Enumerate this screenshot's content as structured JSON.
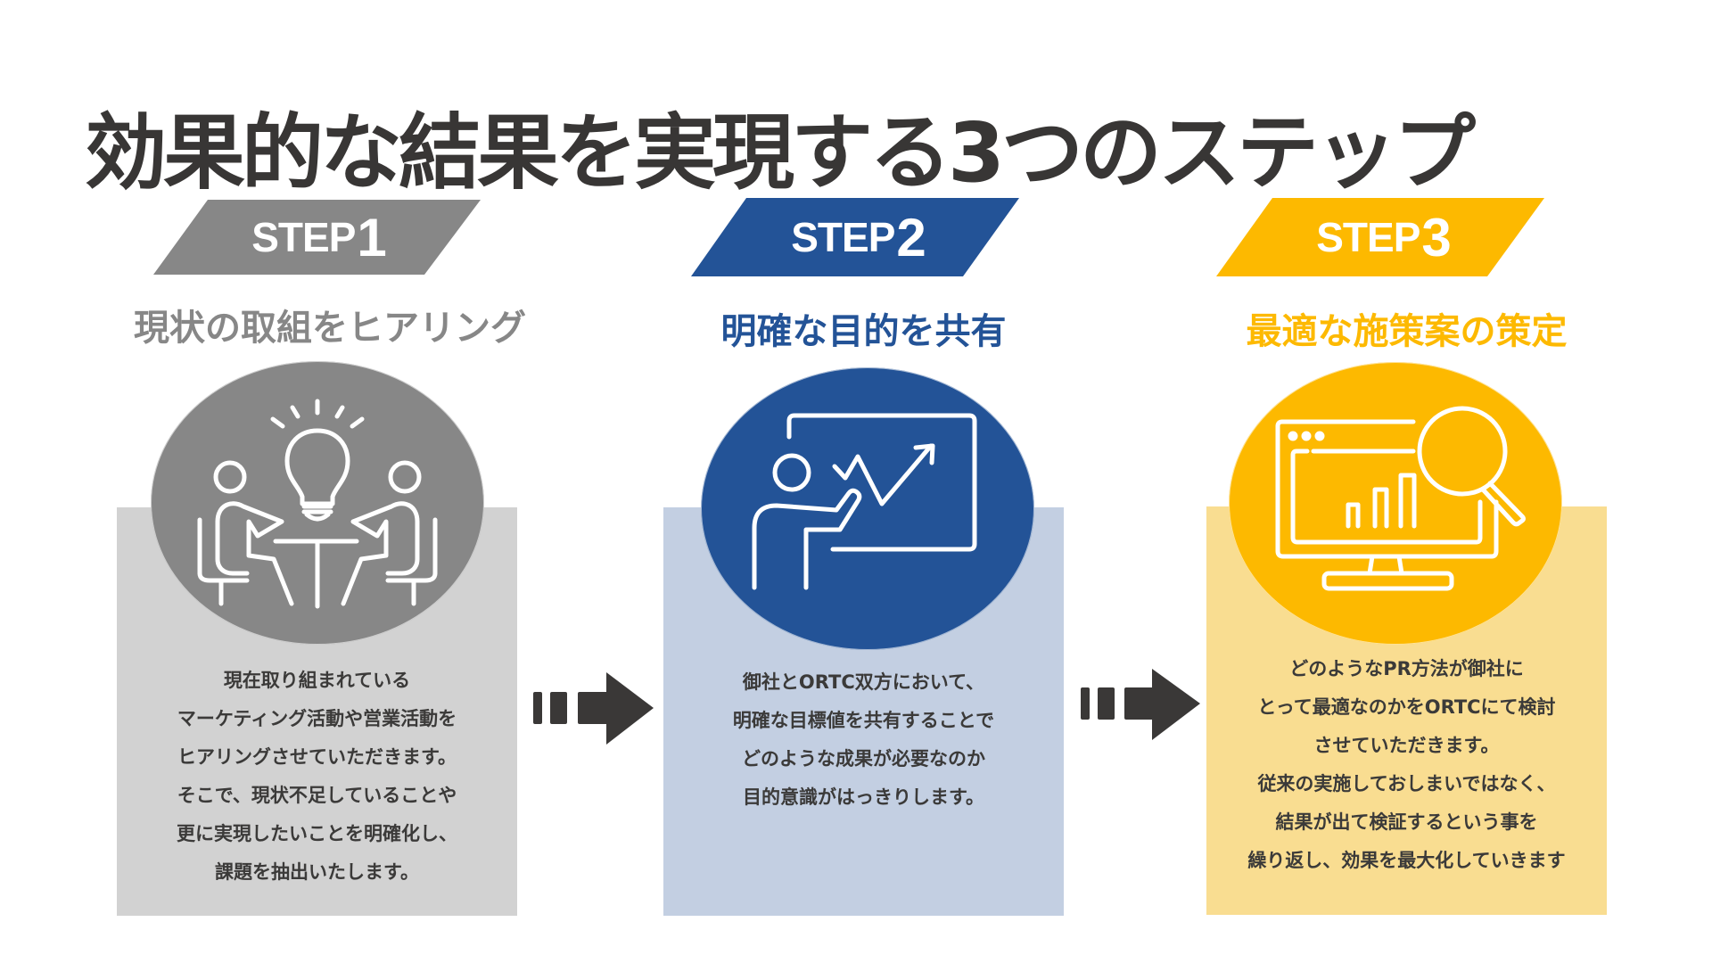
{
  "title": "効果的な結果を実現する3つのステップ",
  "colors": {
    "title": "#383635",
    "body_text": "#3b3a39",
    "arrow": "#3a3837"
  },
  "steps": [
    {
      "word": "STEP",
      "number": "1",
      "subtitle": "現状の取組をヒアリング",
      "icon": "meeting-lightbulb-icon",
      "accent": "#878787",
      "box_bg": "#d2d2d2",
      "subtitle_color": "#878787",
      "lines": [
        "現在取り組まれている",
        "マーケティング活動や営業活動を",
        "ヒアリングさせていただきます。",
        "そこで、現状不足していることや",
        "更に実現したいことを明確化し、",
        "課題を抽出いたします。"
      ]
    },
    {
      "word": "STEP",
      "number": "2",
      "subtitle": "明確な目的を共有",
      "icon": "presentation-chart-icon",
      "accent": "#235397",
      "box_bg": "#c3cfe2",
      "subtitle_color": "#235397",
      "lines": [
        "御社とORTC双方において、",
        "明確な目標値を共有することで",
        "どのような成果が必要なのか",
        "目的意識がはっきりします。"
      ]
    },
    {
      "word": "STEP",
      "number": "3",
      "subtitle": "最適な施策案の策定",
      "icon": "monitor-analytics-search-icon",
      "accent": "#fdb900",
      "box_bg": "#f9dd91",
      "subtitle_color": "#fdb900",
      "lines": [
        "どのようなPR方法が御社に",
        "とって最適なのかをORTCにて検討",
        "させていただきます。",
        "従来の実施しておしまいではなく、",
        "結果が出て検証するという事を",
        "繰り返し、効果を最大化していきます"
      ]
    }
  ],
  "arrows": [
    {
      "icon": "arrow-right-icon"
    },
    {
      "icon": "arrow-right-icon"
    }
  ]
}
